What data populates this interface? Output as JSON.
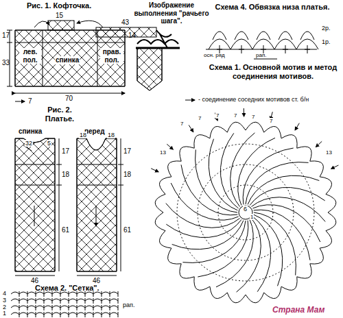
{
  "diagram": {
    "labels": [
      "Рис. 1. Кофточка.",
      "Изображение выполнения \"рачьего шага\".",
      "Схема 4. Обвязка низа платья.",
      "15",
      "43",
      "17",
      "33",
      "лев. пол.",
      "спинка",
      "прав. пол.",
      "14",
      "70",
      "7",
      "Рис. 2. Платье.",
      "спинка",
      "перед",
      "32",
      "5",
      "18",
      "18",
      "17",
      "18",
      "61",
      "46",
      "17",
      "18",
      "61",
      "46",
      "Схема 2. \"Сетка\".",
      "4",
      "3",
      "2",
      "1",
      "рап.",
      "Схема 1. Основной мотив и метод соединения мотивов.",
      "- соединение соседних мотивов ст. б/н",
      "2р.",
      "1р.",
      "осн. ряд",
      "рап.",
      "13",
      "7",
      "7",
      "7",
      "7",
      "7",
      "7",
      "13",
      "6",
      "1",
      "Страна Мам"
    ]
  }
}
